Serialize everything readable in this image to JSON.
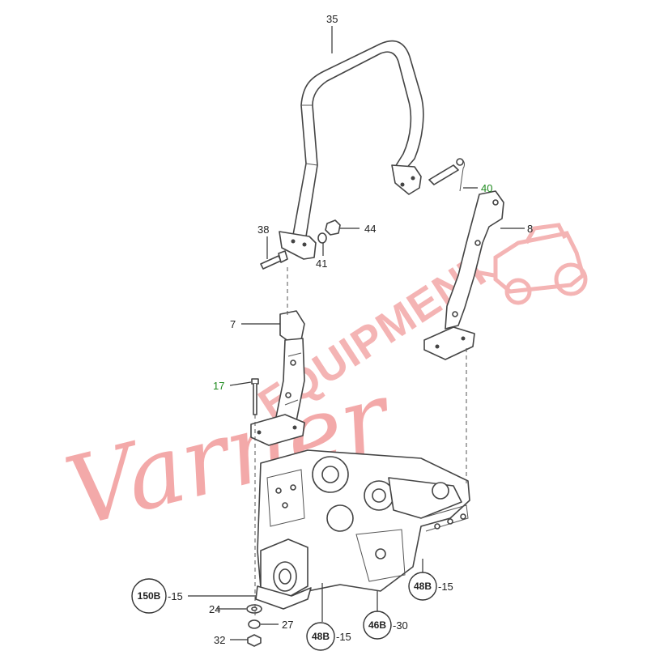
{
  "watermark": {
    "script_text": "Varner",
    "block_text": "EQUIPMENT",
    "color": "#f19a9a"
  },
  "labels": {
    "l35": "35",
    "l40": "40",
    "l8": "8",
    "l38": "38",
    "l44": "44",
    "l41": "41",
    "l7": "7",
    "l17": "17",
    "l150b": "150B",
    "l150b_suffix": "-15",
    "l24": "24",
    "l27": "27",
    "l32": "32",
    "l48b_right": "48B",
    "l48b_right_suffix": "-15",
    "l48b_bottom": "48B",
    "l48b_bottom_suffix": "-15",
    "l46b": "46B",
    "l46b_suffix": "-30"
  },
  "highlight_color": "#1e8a1e"
}
